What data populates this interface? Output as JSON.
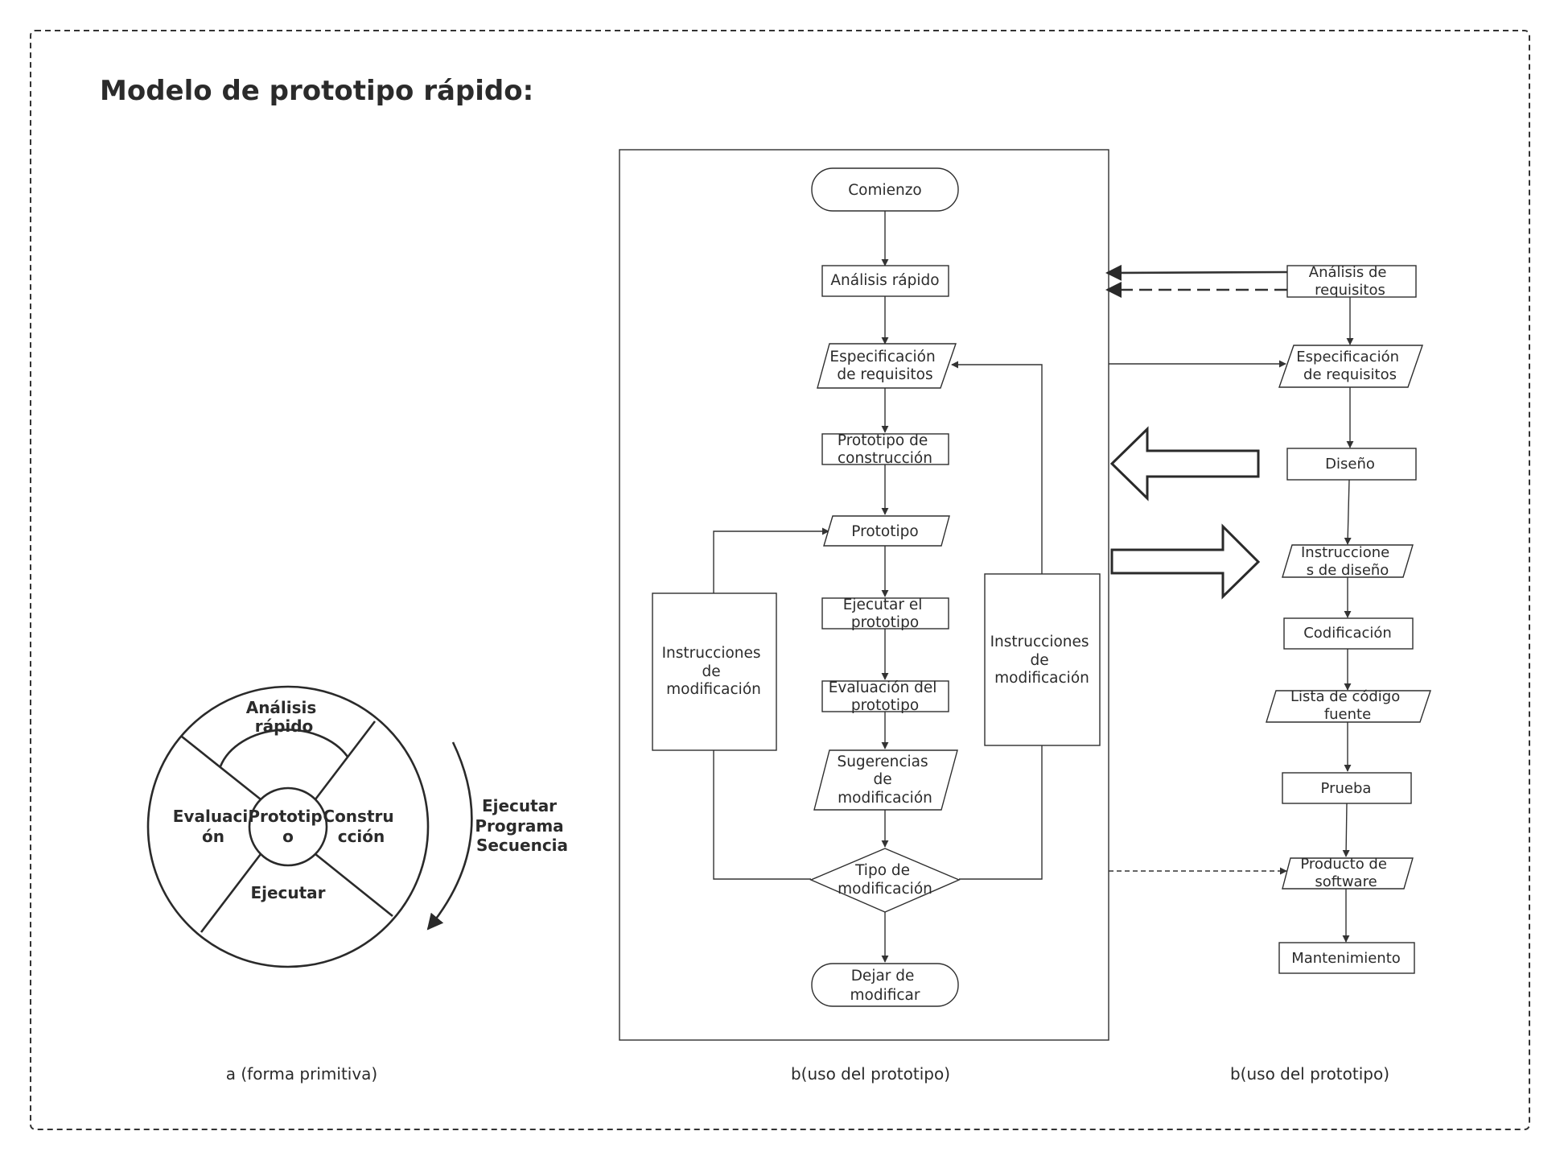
{
  "title": "Modelo de prototipo rápido:",
  "wheel": {
    "segments": {
      "top": [
        "Análisis",
        "rápido"
      ],
      "left": [
        "Evaluaci",
        "ón"
      ],
      "right": [
        "Constru",
        "cción"
      ],
      "bottom": [
        "Ejecutar"
      ],
      "center": [
        "Prototip",
        "o"
      ]
    },
    "direction_label": [
      "Ejecutar",
      "Programa",
      "Secuencia"
    ],
    "caption": "a (forma primitiva)"
  },
  "prototype_flow": {
    "start": [
      "Comienzo"
    ],
    "quick_analysis": [
      "Análisis rápido"
    ],
    "requirements_spec": [
      "Especificación",
      "de requisitos"
    ],
    "build_prototype": [
      "Prototipo de",
      "construcción"
    ],
    "prototype": [
      "Prototipo"
    ],
    "run_prototype": [
      "Ejecutar el",
      "prototipo"
    ],
    "evaluate_prototype": [
      "Evaluación del",
      "prototipo"
    ],
    "suggestions": [
      "Sugerencias",
      "de",
      "modificación"
    ],
    "decision": [
      "Tipo de",
      "modificación"
    ],
    "stop": [
      "Dejar de",
      "modificar"
    ],
    "left_instructions": [
      "Instrucciones",
      "de",
      "modificación"
    ],
    "right_instructions": [
      "Instrucciones",
      "de",
      "modificación"
    ],
    "caption": "b(uso del prototipo)"
  },
  "software_flow": {
    "requirements_analysis": [
      "Análisis de",
      "requisitos"
    ],
    "requirements_spec": [
      "Especificación",
      "de requisitos"
    ],
    "design": [
      "Diseño"
    ],
    "design_instructions": [
      "Instruccione",
      "s de diseño"
    ],
    "coding": [
      "Codificación"
    ],
    "source_listing": [
      "Lista de código",
      "fuente"
    ],
    "testing": [
      "Prueba"
    ],
    "software_product": [
      "Producto de",
      "software"
    ],
    "maintenance": [
      "Mantenimiento"
    ],
    "caption": "b(uso del prototipo)"
  },
  "colors": {
    "stroke": "#2f2f2f",
    "text": "#2b2b2b",
    "background": "#ffffff"
  }
}
